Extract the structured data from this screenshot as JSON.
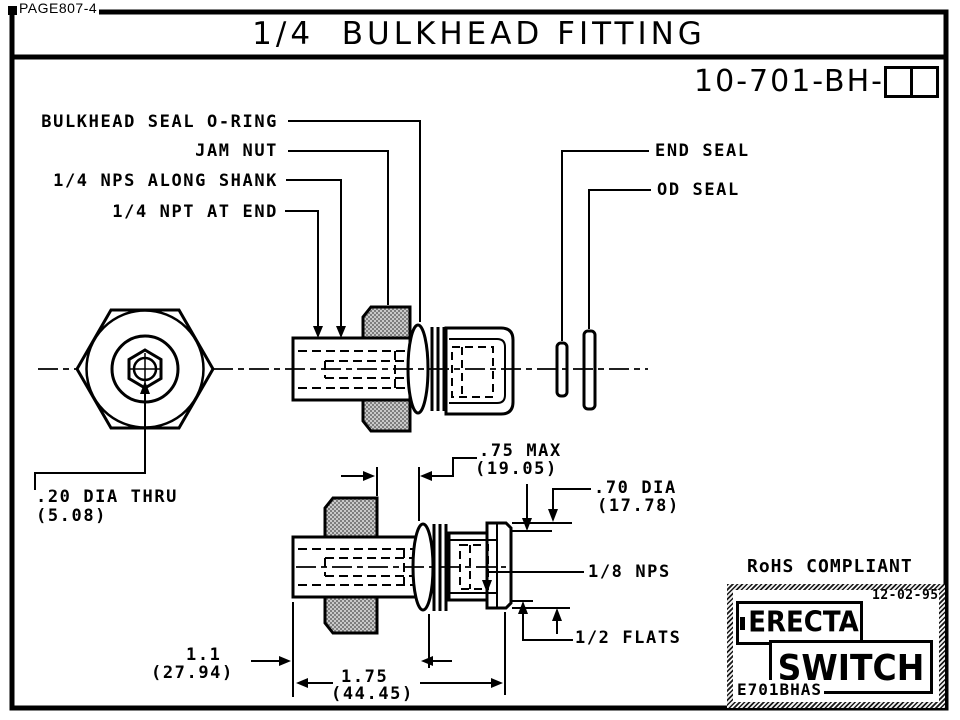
{
  "page": {
    "page_ref": "PAGE807-4",
    "title": "1/4  BULKHEAD FITTING",
    "part_number_prefix": "10-701-BH-"
  },
  "callouts": {
    "bulkhead_seal_oring": "BULKHEAD SEAL O-RING",
    "jam_nut": "JAM NUT",
    "nps_along_shank": "1/4 NPS ALONG SHANK",
    "npt_at_end": "1/4 NPT AT END",
    "end_seal": "END SEAL",
    "od_seal": "OD SEAL"
  },
  "dimensions": {
    "dia_thru_line1": ".20 DIA THRU",
    "dia_thru_line2": "(5.08)",
    "max_panel_line1": ".75 MAX",
    "max_panel_line2": "(19.05)",
    "od_line1": ".70 DIA",
    "od_line2": "(17.78)",
    "thread_end": "1/8 NPS",
    "flats": "1/2 FLATS",
    "shank_len_line1": "1.1",
    "shank_len_line2": "(27.94)",
    "overall_len_line1": "1.75",
    "overall_len_line2": "(44.45)"
  },
  "footer": {
    "rohs": "RoHS COMPLIANT",
    "date": "12-02-95",
    "brand_line1": "ERECTA",
    "brand_line2": "SWITCH",
    "drawing_code": "E701BHAS"
  },
  "colors": {
    "line": "#000000",
    "background": "#ffffff",
    "nut_hatch": "#8a8a8a"
  }
}
